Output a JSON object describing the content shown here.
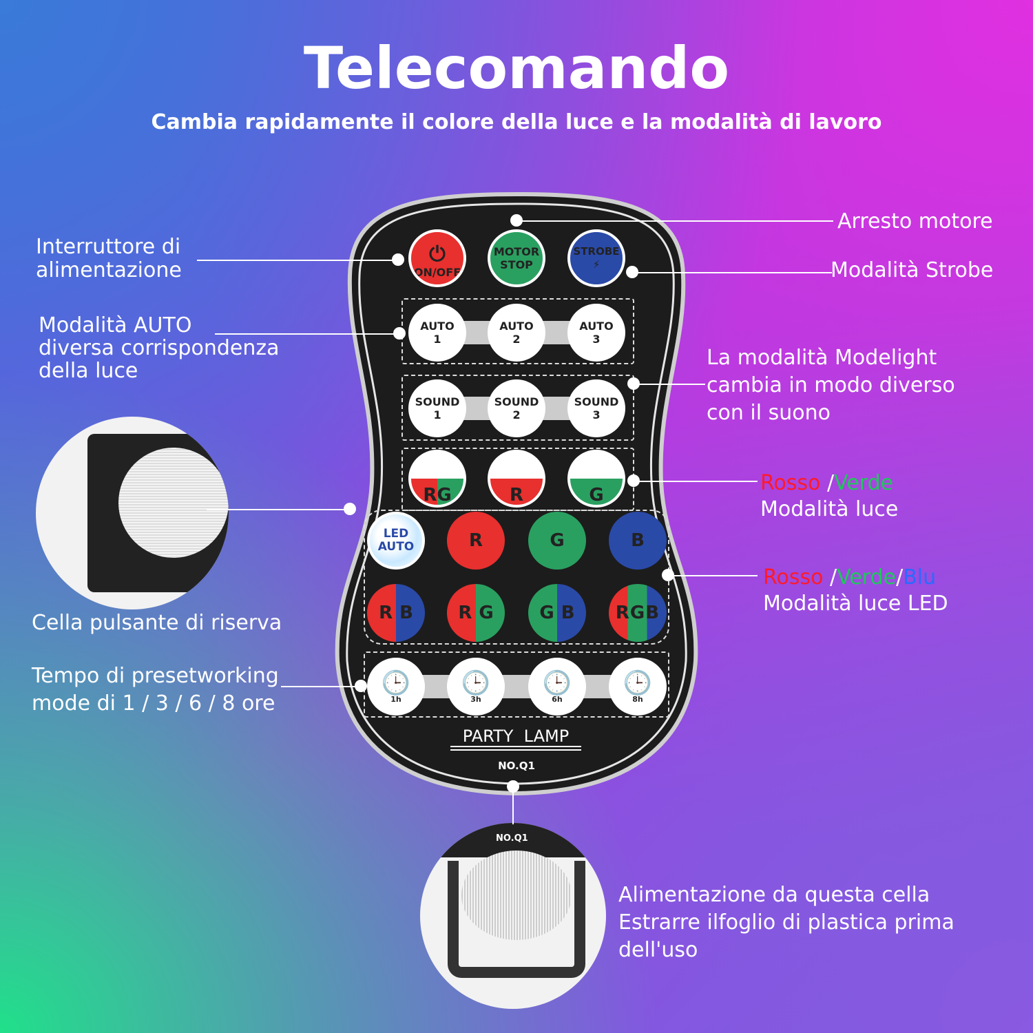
{
  "title": "Telecomando",
  "subtitle": "Cambia rapidamente il colore della luce e la modalità di lavoro",
  "labels": {
    "power": [
      "Interruttore di",
      "alimentazione"
    ],
    "auto": [
      "Modalità AUTO",
      "diversa corrispondenza",
      "della luce"
    ],
    "spare": "Cella pulsante di riserva",
    "timer": [
      "Tempo di presetworking",
      "mode di 1 / 3 / 6 / 8 ore"
    ],
    "motor": "Arresto motore",
    "strobe": "Modalità Strobe",
    "modelight": [
      "La modalità Modelight",
      "cambia in modo diverso",
      "con il suono"
    ],
    "rg": {
      "red": "Rosso",
      "sep": " /",
      "green": "Verde",
      "line2": "Modalità luce"
    },
    "rgb": {
      "red": "Rosso",
      "sep": " /",
      "green": "Verde",
      "sep2": "/",
      "blue": "Blu",
      "line2": "Modalità luce LED"
    },
    "battery": [
      "Alimentazione da questa cella",
      "Estrarre ilfoglio di plastica prima",
      "dell'uso"
    ]
  },
  "remote": {
    "top": [
      "ON/OFF",
      "MOTOR STOP",
      "STROBE"
    ],
    "auto": [
      "AUTO 1",
      "AUTO 2",
      "AUTO 3"
    ],
    "sound": [
      "SOUND 1",
      "SOUND 2",
      "SOUND 3"
    ],
    "rg": [
      "RG",
      "R",
      "G"
    ],
    "colors": [
      "LED AUTO",
      "R",
      "G",
      "B"
    ],
    "mixes": [
      "RB",
      "RG",
      "GB",
      "RGB"
    ],
    "timers": [
      "1h",
      "3h",
      "6h",
      "8h"
    ],
    "brand": "PARTY  LAMP",
    "model": "NO.Q1",
    "inset_model": "NO.Q1"
  },
  "colors": {
    "red": "#e8302e",
    "green": "#2aa060",
    "blue": "#2a4aa8",
    "label_red": "#ff1a2a",
    "label_green": "#1ec85a",
    "label_blue": "#2a6aff"
  }
}
